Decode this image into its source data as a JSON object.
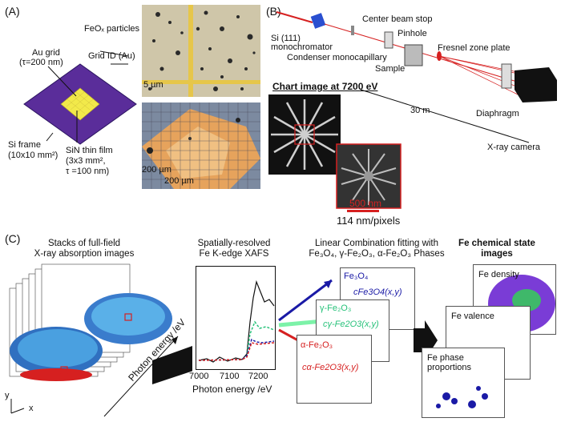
{
  "panels": {
    "a": "(A)",
    "b": "(B)",
    "c": "(C)"
  },
  "panel_a": {
    "au_grid_line1": "Au grid",
    "au_grid_line2": "(τ=200 nm)",
    "si_frame_line1": "Si frame",
    "si_frame_line2": "(10x10 mm²)",
    "sin_line1": "SiN thin film",
    "sin_line2": "(3x3 mm²,",
    "sin_line3": "τ =100 nm)",
    "feox": "FeOₓ particles",
    "grid_id": "Grid ID (Au)",
    "scale_top": "5 µm",
    "scale_bot1": "200 µm",
    "scale_bot2": "200 µm"
  },
  "panel_b": {
    "si111_line1": "Si (111)",
    "si111_line2": "monochromator",
    "center_beam_stop": "Center beam stop",
    "pinhole": "Pinhole",
    "condenser": "Condenser monocapillary",
    "sample": "Sample",
    "fresnel": "Fresnel zone plate",
    "chart_title": "Chart image at 7200 eV",
    "diaphragm": "Diaphragm",
    "distance": "30 m",
    "camera": "X-ray camera",
    "inset_scale": "500 nm",
    "pixel_size": "114 nm/pixels"
  },
  "panel_c": {
    "stacks_title_line1": "Stacks of full-field",
    "stacks_title_line2": "X-ray absorption images",
    "axis_x": "x",
    "axis_y": "y",
    "photon_axis": "Photon energy /eV",
    "xafs_title_line1": "Spatially-resolved",
    "xafs_title_line2": "Fe K-edge XAFS",
    "xafs_xlabel": "Photon energy /eV",
    "xafs_ticks": [
      "7000",
      "7100",
      "7200"
    ],
    "lcf_title_line1": "Linear Combination fitting with",
    "lcf_title_line2": "Fe₃O₄, γ-Fe₂O₃, α-Fe₂O₃ Phases",
    "phase1": "Fe₃O₄",
    "phase1_coef": "cFe3O4(x,y)",
    "phase2": "γ-Fe₂O₃",
    "phase2_coef": "cγ-Fe2O3(x,y)",
    "phase3": "α-Fe₂O₃",
    "phase3_coef": "cα-Fe2O3(x,y)",
    "chem_title_line1": "Fe chemical state",
    "chem_title_line2": "images",
    "map1": "Fe density",
    "map2": "Fe valence",
    "map3_line1": "Fe phase",
    "map3_line2": "proportions"
  },
  "colors": {
    "fe3o4": "#1a1aa6",
    "gfe2o3": "#27c27a",
    "afe2o3": "#d62020",
    "grid_purple": "#5a2d9a",
    "sin_yellow": "#f2e94a"
  }
}
